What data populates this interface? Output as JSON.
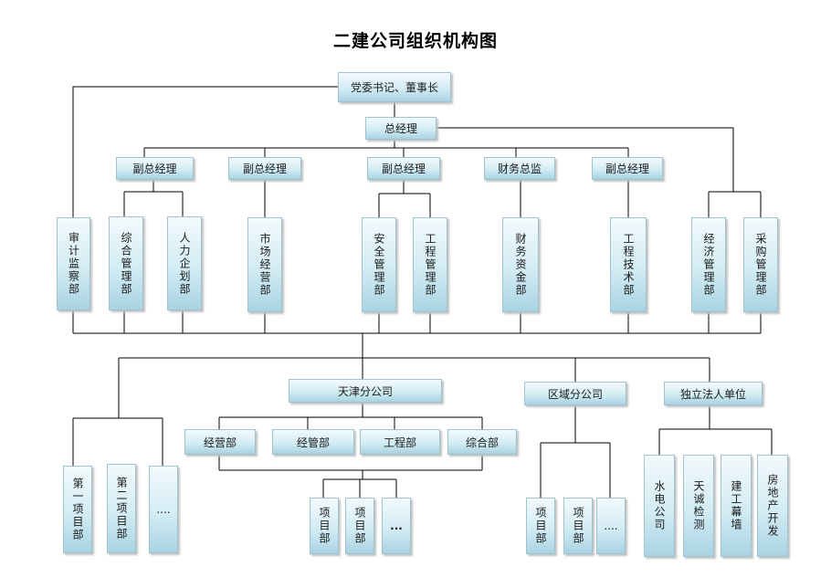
{
  "title": "二建公司组织机构图",
  "nodes": {
    "chairman": "党委书记、董事长",
    "gm": "总经理",
    "vp1": "副总经理",
    "vp2": "副总经理",
    "vp3": "副总经理",
    "cfo": "财务总监",
    "vp4": "副总经理",
    "audit": "审计监察部",
    "general_mgmt": "综合管理部",
    "hr": "人力企划部",
    "marketing": "市场经营部",
    "safety": "安全管理部",
    "engineering_mgmt": "工程管理部",
    "finance": "财务资金部",
    "tech": "工程技术部",
    "economic": "经济管理部",
    "procurement": "采购管理部",
    "tianjin": "天津分公司",
    "regional": "区域分公司",
    "independent": "独立法人单位",
    "tj_business": "经营部",
    "tj_operations": "经管部",
    "tj_engineering": "工程部",
    "tj_general": "综合部",
    "project1": "第一项目部",
    "project2": "第二项目部",
    "project_more": "....",
    "tj_proj1": "项目部",
    "tj_proj2": "项目部",
    "tj_more": "...",
    "rg_proj1": "项目部",
    "rg_proj2": "项目部",
    "rg_more": "....",
    "hydro": "水电公司",
    "inspection": "天诚检测",
    "curtain": "建工幕墙",
    "realestate": "房地产开发"
  }
}
